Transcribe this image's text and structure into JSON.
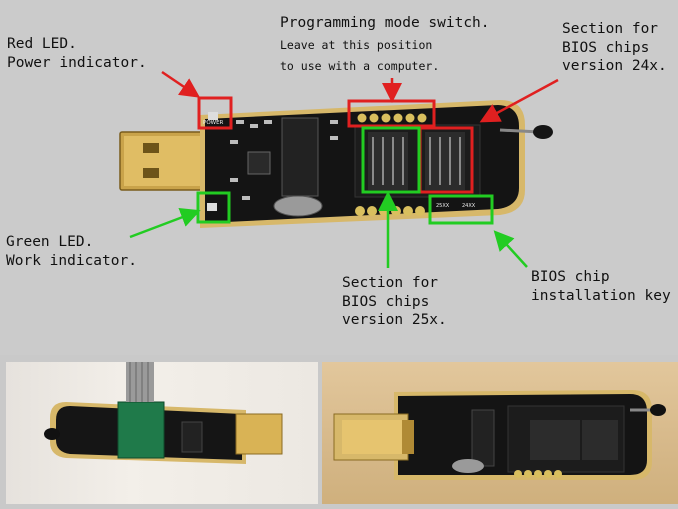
{
  "annotations": {
    "red_led": "Red LED.\nPower indicator.",
    "prog_switch_title": "Programming mode switch.",
    "prog_switch_sub": "Leave at this position\nto use with a computer.",
    "bios24": "Section for\nBIOS chips\nversion 24x.",
    "green_led": "Green LED.\nWork indicator.",
    "bios25": "Section for\nBIOS chips\nversion 25x.",
    "install_key": "BIOS chip\ninstallation key"
  },
  "board_marks": {
    "power": "POWER",
    "chip25": "25XX",
    "chip24": "24XX"
  },
  "colors": {
    "callout_red": "#e02020",
    "callout_green": "#22cc22",
    "pcb": "#141414",
    "gold": "#d7b86a"
  }
}
